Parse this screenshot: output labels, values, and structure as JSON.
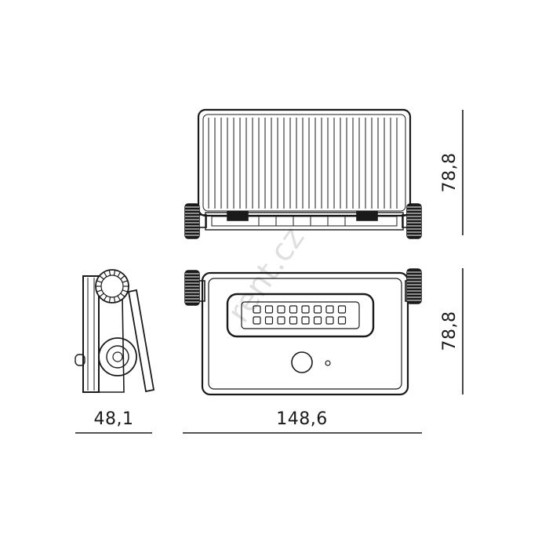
{
  "dimensions": {
    "top_height": "78,8",
    "front_height": "78,8",
    "side_depth": "48,1",
    "front_width": "148,6"
  },
  "watermark": "rent.cz",
  "colors": {
    "line": "#1a1a1a",
    "background": "#ffffff"
  }
}
